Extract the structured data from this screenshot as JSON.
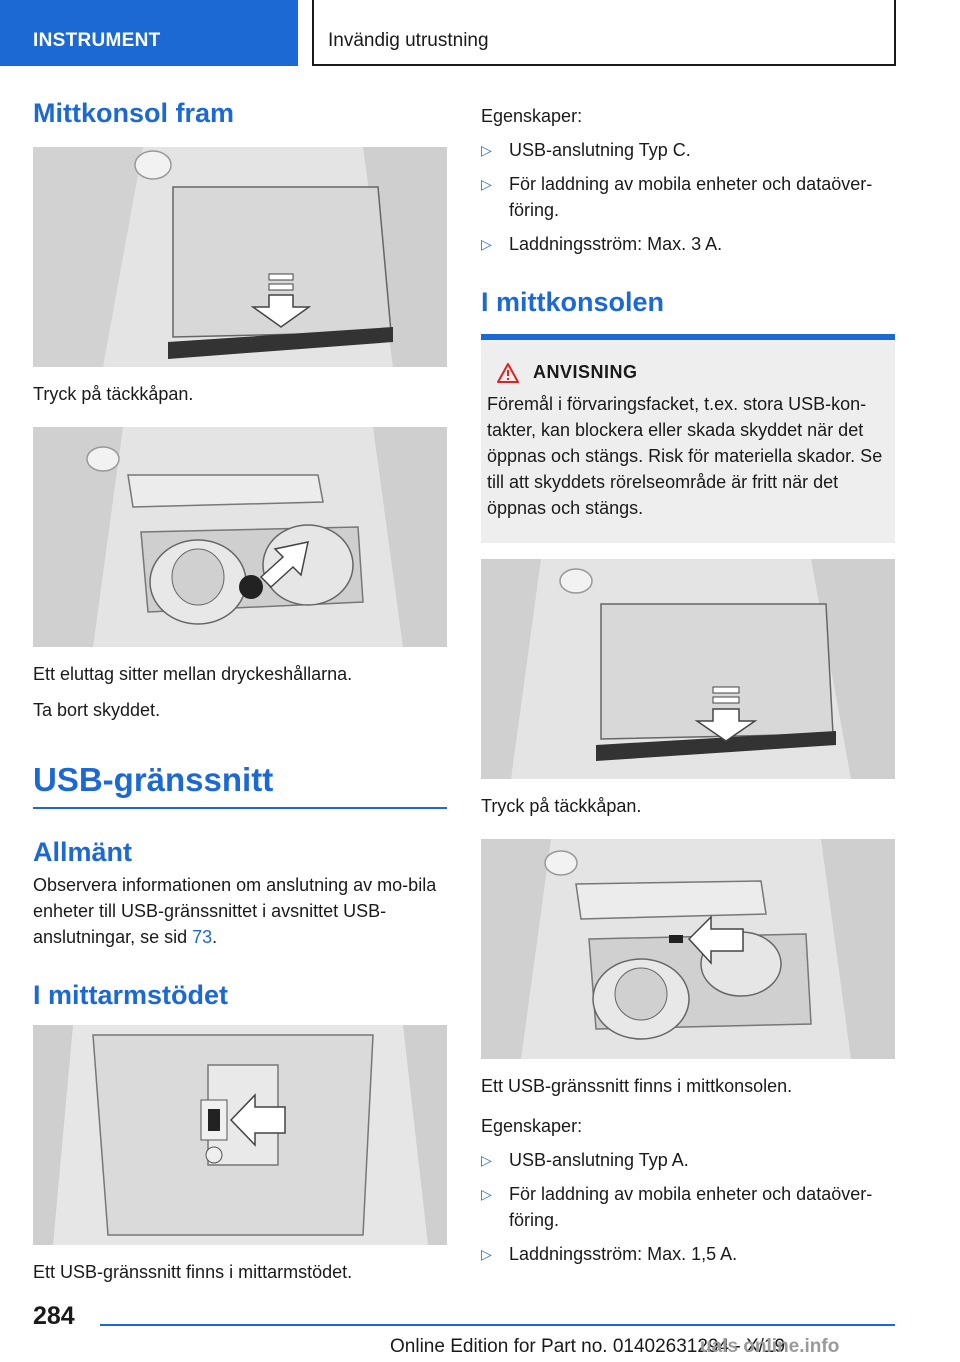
{
  "header": {
    "section": "INSTRUMENT",
    "subsection": "Invändig utrustning"
  },
  "left": {
    "heading_front": "Mittkonsol fram",
    "caption_press": "Tryck på täckkåpan.",
    "caption_outlet": "Ett eluttag sitter mellan dryckeshållarna.",
    "caption_remove": "Ta bort skyddet.",
    "heading_usb": "USB-gränssnitt",
    "heading_general": "Allmänt",
    "general_text": "Observera informationen om anslutning av mo-bila enheter till USB-gränssnittet i avsnittet USB-anslutningar, se sid ",
    "general_link": "73",
    "general_end": ".",
    "heading_armrest": "I mittarmstödet",
    "caption_armrest": "Ett USB-gränssnitt finns i mittarmstödet."
  },
  "right": {
    "props_label_1": "Egenskaper:",
    "props_1": [
      "USB-anslutning Typ C.",
      "För laddning av mobila enheter och dataöver-föring.",
      "Laddningsström: Max. 3 A."
    ],
    "heading_console": "I mittkonsolen",
    "notice_title": "ANVISNING",
    "notice_text": "Föremål i förvaringsfacket, t.ex. stora USB-kon-takter, kan blockera eller skada skyddet när det öppnas och stängs. Risk för materiella skador. Se till att skyddets rörelseområde är fritt när det öppnas och stängs.",
    "caption_press": "Tryck på täckkåpan.",
    "caption_usb": "Ett USB-gränssnitt finns i mittkonsolen.",
    "props_label_2": "Egenskaper:",
    "props_2": [
      "USB-anslutning Typ A.",
      "För laddning av mobila enheter och dataöver-föring.",
      "Laddningsström: Max. 1,5 A."
    ]
  },
  "footer": {
    "page": "284",
    "edition": "Online Edition for Part no. 01402631294 - X/19",
    "watermark": "uals online.info"
  },
  "colors": {
    "accent": "#1c69d4",
    "notice_bg": "#eeeeee"
  },
  "icons": {
    "bullet": "▷",
    "warning": "warning-triangle-icon"
  }
}
